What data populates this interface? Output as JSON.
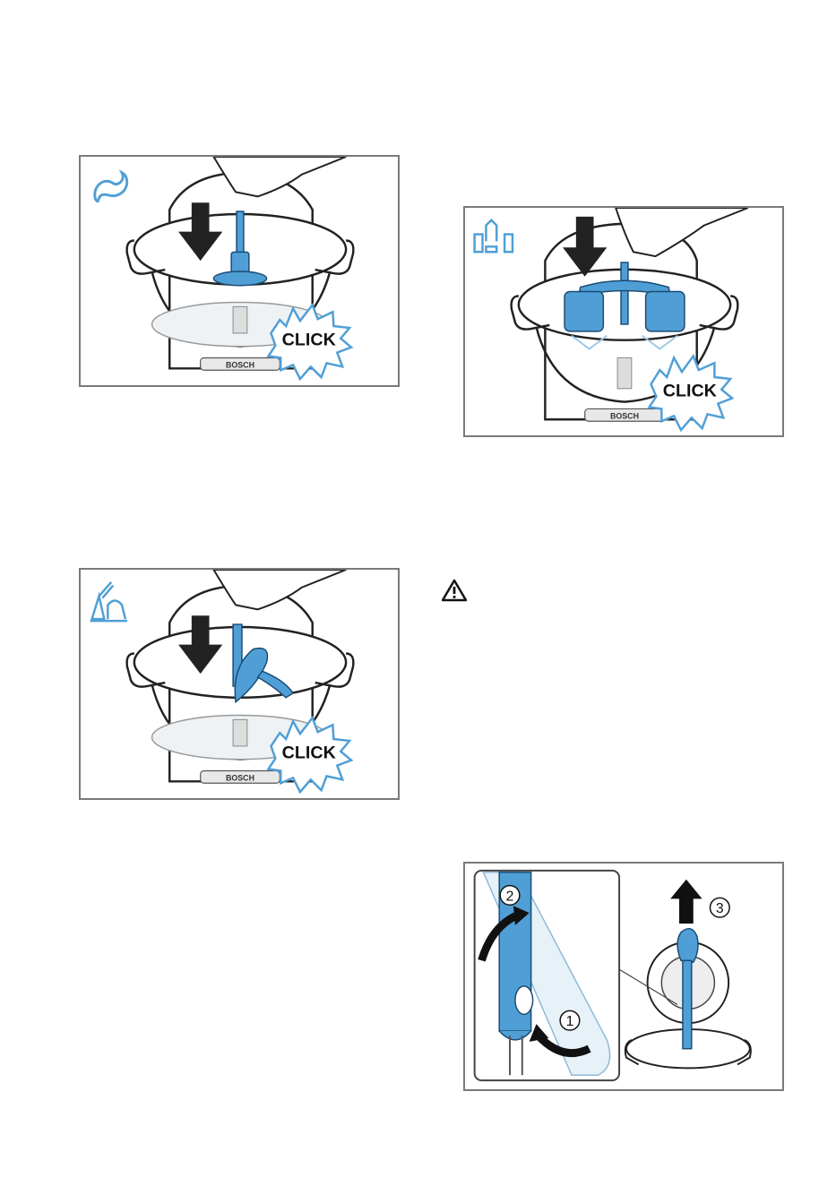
{
  "figures": [
    {
      "id": "fig1",
      "tool_icon": "kneading-hook-icon",
      "click_label": "CLICK",
      "brand": "BOSCH"
    },
    {
      "id": "fig2",
      "tool_icon": "whisk-icon",
      "click_label": "CLICK",
      "brand": "BOSCH"
    },
    {
      "id": "fig3",
      "tool_icon": "stirring-paddle-icon",
      "click_label": "CLICK",
      "brand": "BOSCH"
    },
    {
      "id": "fig4",
      "step_labels": [
        "1",
        "2",
        "3"
      ]
    }
  ],
  "warning_icon": "warning-triangle-icon",
  "colors": {
    "accent": "#4f9fd6",
    "accent_dark": "#1b4a73",
    "frame": "#7a7a7a",
    "line": "#222222"
  }
}
